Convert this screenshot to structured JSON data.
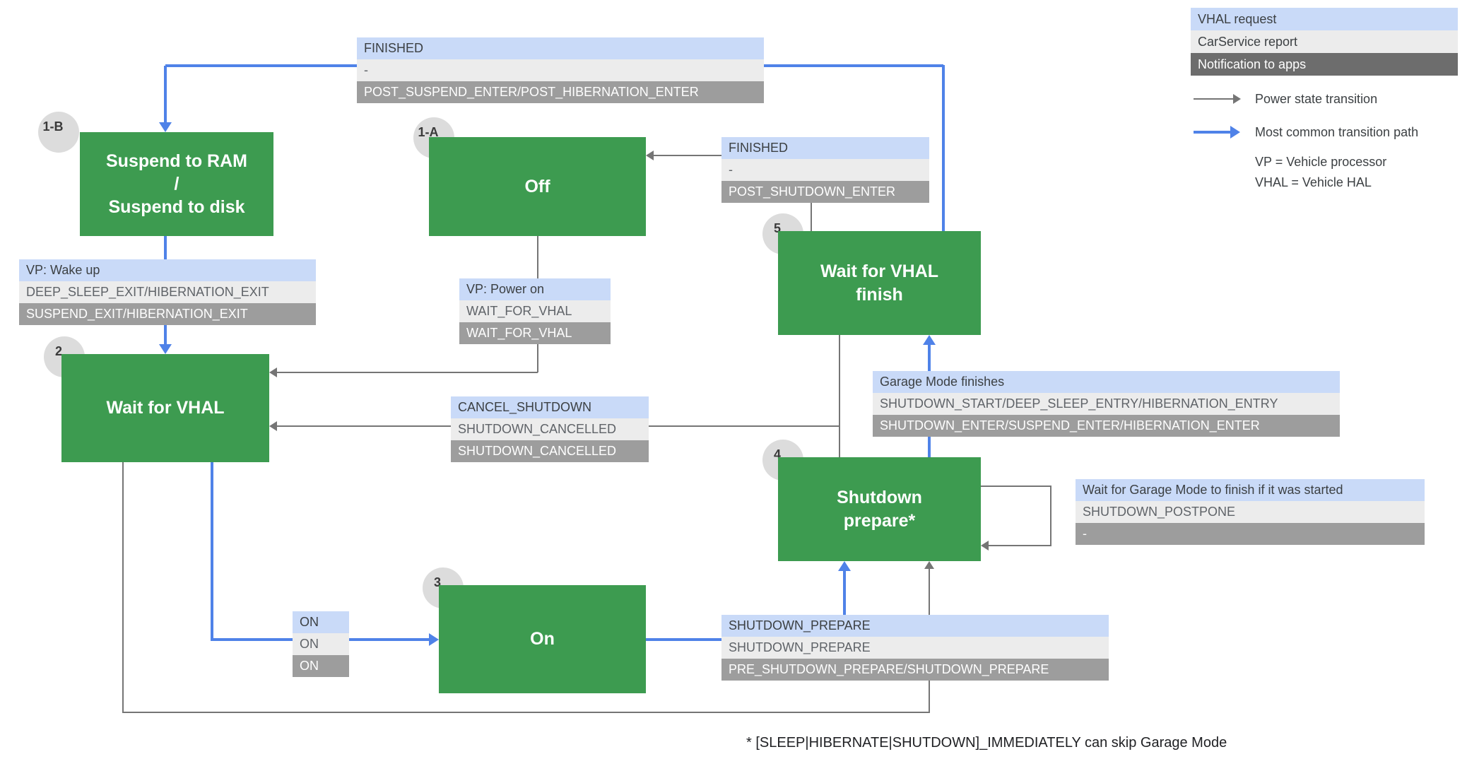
{
  "states": {
    "suspend": {
      "badge": "1-B",
      "title": "Suspend to RAM\n/\nSuspend to disk"
    },
    "off": {
      "badge": "1-A",
      "title": "Off"
    },
    "wait_vhal_finish": {
      "badge": "5",
      "title": "Wait for VHAL\nfinish"
    },
    "wait_vhal": {
      "badge": "2",
      "title": "Wait for VHAL"
    },
    "shutdown_prepare": {
      "badge": "4",
      "title": "Shutdown\nprepare*"
    },
    "on": {
      "badge": "3",
      "title": "On"
    }
  },
  "labels": {
    "finished_suspend": {
      "request": "FINISHED",
      "report": "-",
      "notification": "POST_SUSPEND_ENTER/POST_HIBERNATION_ENTER"
    },
    "finished_shutdown": {
      "request": "FINISHED",
      "report": "-",
      "notification": "POST_SHUTDOWN_ENTER"
    },
    "wake_up": {
      "request": "VP: Wake up",
      "report": "DEEP_SLEEP_EXIT/HIBERNATION_EXIT",
      "notification": "SUSPEND_EXIT/HIBERNATION_EXIT"
    },
    "power_on": {
      "request": "VP: Power on",
      "report": "WAIT_FOR_VHAL",
      "notification": "WAIT_FOR_VHAL"
    },
    "cancel_shutdown": {
      "request": "CANCEL_SHUTDOWN",
      "report": "SHUTDOWN_CANCELLED",
      "notification": "SHUTDOWN_CANCELLED"
    },
    "garage_mode_finishes": {
      "request": "Garage Mode finishes",
      "report": "SHUTDOWN_START/DEEP_SLEEP_ENTRY/HIBERNATION_ENTRY",
      "notification": "SHUTDOWN_ENTER/SUSPEND_ENTER/HIBERNATION_ENTER"
    },
    "shutdown_postpone": {
      "request": "Wait for Garage Mode to finish if it was started",
      "report": "SHUTDOWN_POSTPONE",
      "notification": "-"
    },
    "on_transition": {
      "request": "ON",
      "report": "ON",
      "notification": "ON"
    },
    "shutdown_prepare_transition": {
      "request": "SHUTDOWN_PREPARE",
      "report": "SHUTDOWN_PREPARE",
      "notification": "PRE_SHUTDOWN_PREPARE/SHUTDOWN_PREPARE"
    }
  },
  "legend": {
    "vhal_request": "VHAL request",
    "carservice_report": "CarService report",
    "notification_to_apps": "Notification to apps",
    "power_state_transition": "Power state transition",
    "most_common_transition": "Most common transition path",
    "vp_abbreviation": "VP = Vehicle processor",
    "vhal_abbreviation": "VHAL = Vehicle HAL"
  },
  "footnote": "* [SLEEP|HIBERNATE|SHUTDOWN]_IMMEDIATELY can skip Garage Mode",
  "colors": {
    "state_green": "#3d9b50",
    "request_blue": "#c9daf8",
    "report_gray": "#ececec",
    "notification_gray": "#9d9d9d",
    "legend_notification_gray": "#6d6d6d",
    "line_black": "#757575",
    "line_blue": "#4f82e8",
    "badge_gray": "#dcdcdc"
  }
}
